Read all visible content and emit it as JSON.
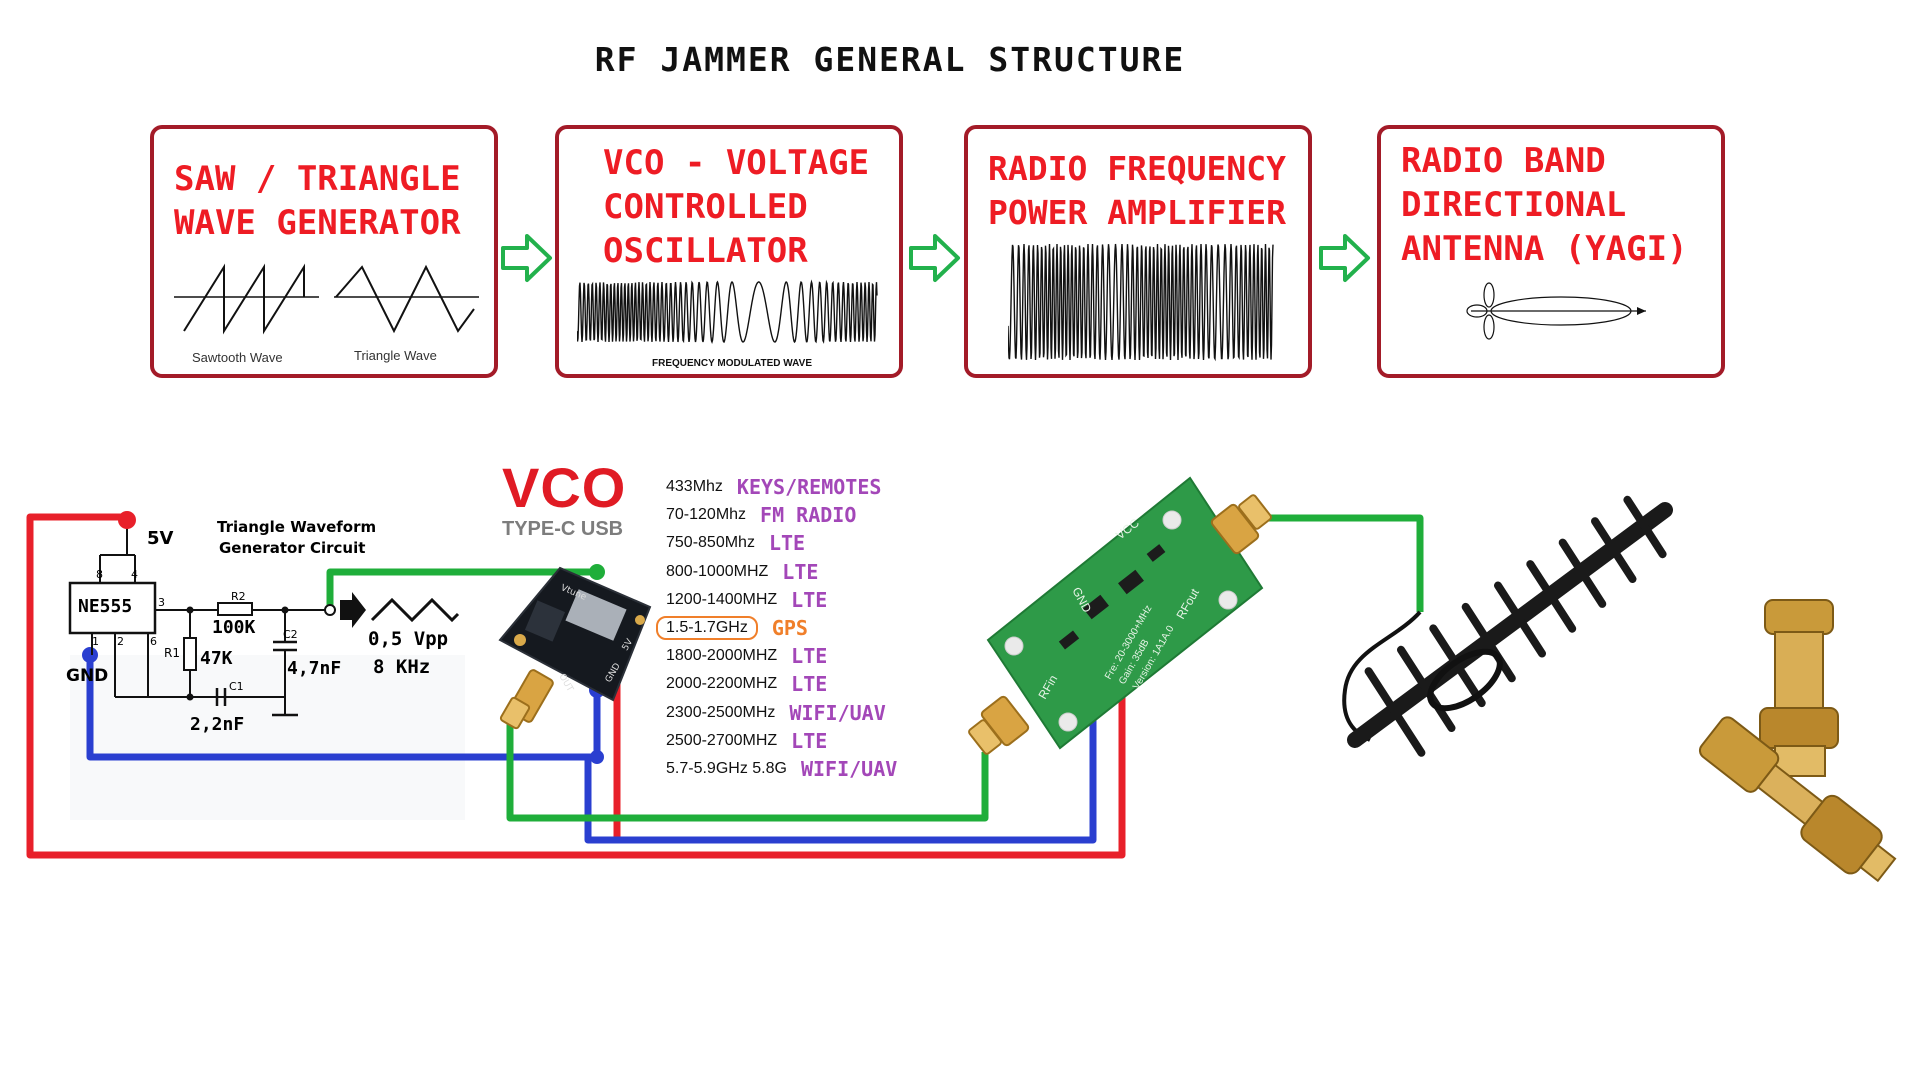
{
  "title": "RF JAMMER GENERAL STRUCTURE",
  "blocks": [
    {
      "title": "SAW / TRIANGLE\nWAVE GENERATOR",
      "caption_left": "Sawtooth Wave",
      "caption_right": "Triangle Wave"
    },
    {
      "title": "VCO - VOLTAGE\nCONTROLLED\nOSCILLATOR",
      "caption": "FREQUENCY MODULATED WAVE"
    },
    {
      "title": "RADIO FREQUENCY\nPOWER AMPLIFIER"
    },
    {
      "title": "RADIO BAND\nDIRECTIONAL\nANTENNA (YAGI)"
    }
  ],
  "circuit": {
    "supply": "5V",
    "heading_line1": "Triangle Waveform",
    "heading_line2": "Generator Circuit",
    "chip": "NE555",
    "gnd": "GND",
    "pins": [
      "8",
      "4",
      "3",
      "1",
      "2",
      "6"
    ],
    "r2_name": "R2",
    "r2_value": "100K",
    "r1_name": "R1",
    "r1_value": "47K",
    "c2_name": "C2",
    "c2_value": "4,7nF",
    "c1_name": "C1",
    "c1_value": "2,2nF",
    "out_vpp": "0,5 Vpp",
    "out_freq": "8 KHz"
  },
  "vco": {
    "title": "VCO",
    "subtitle": "TYPE-C USB",
    "pins": [
      "Vtune",
      "5V",
      "GND",
      "OUT"
    ]
  },
  "bands": [
    {
      "freq": "433Mhz",
      "use": "KEYS/REMOTES"
    },
    {
      "freq": "70-120Mhz",
      "use": "FM RADIO"
    },
    {
      "freq": "750-850Mhz",
      "use": "LTE"
    },
    {
      "freq": "800-1000MHZ",
      "use": "LTE"
    },
    {
      "freq": "1200-1400MHZ",
      "use": "LTE"
    },
    {
      "freq": "1.5-1.7GHz",
      "use": "GPS",
      "highlight": true
    },
    {
      "freq": "1800-2000MHZ",
      "use": "LTE"
    },
    {
      "freq": "2000-2200MHZ",
      "use": "LTE"
    },
    {
      "freq": "2300-2500MHz",
      "use": "WIFI/UAV"
    },
    {
      "freq": "2500-2700MHZ",
      "use": "LTE"
    },
    {
      "freq": "5.7-5.9GHz 5.8G",
      "use": "WIFI/UAV"
    }
  ],
  "amplifier": {
    "vcc": "VCC",
    "gnd": "GND",
    "rfin": "RFin",
    "rfout": "RFout",
    "spec": "Fre: 20-3000+MHz",
    "gain": "Gain: 35dB",
    "version": "Version: 1A1A.0"
  },
  "colors": {
    "block_border": "#a31b28",
    "block_title": "#ee1c24",
    "band_use": "#a347b8",
    "gps_highlight": "#f07f2a",
    "wire_red": "#e8202a",
    "wire_green": "#1fae3a",
    "wire_blue": "#2a3fd0",
    "pcb_green": "#2e9a48",
    "arrow_green": "#22b14c"
  }
}
